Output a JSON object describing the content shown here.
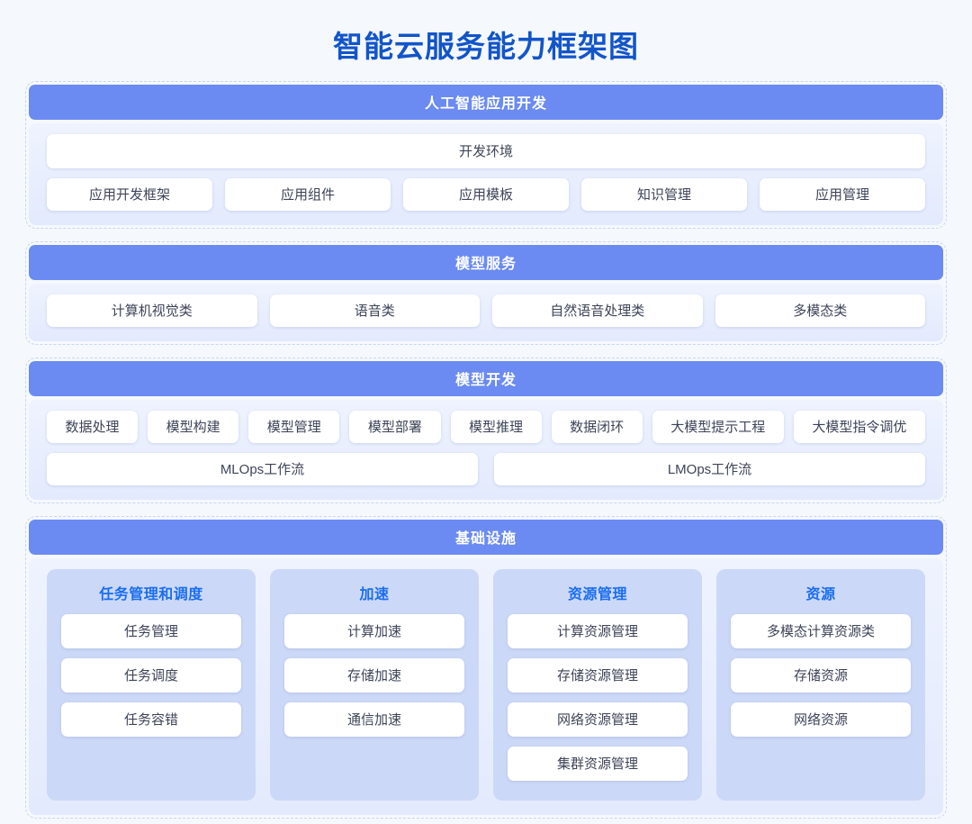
{
  "title": "智能云服务能力框架图",
  "colors": {
    "title": "#1255c9",
    "header_bar": "#6b8bf2",
    "section_body_top": "#eff3fe",
    "section_body_bottom": "#e3eafd",
    "infra_column_bg": "#ccd8f7",
    "infra_column_title": "#1a6ef0",
    "card_bg": "#ffffff",
    "card_text": "#3d4458",
    "page_bg": "#f5f8fd",
    "dashed_border": "#c9d6ef"
  },
  "sections": [
    {
      "header": "人工智能应用开发",
      "full_width_items": [
        "开发环境"
      ],
      "items": [
        "应用开发框架",
        "应用组件",
        "应用模板",
        "知识管理",
        "应用管理"
      ]
    },
    {
      "header": "模型服务",
      "full_width_items": [],
      "items": [
        "计算机视觉类",
        "语音类",
        "自然语音处理类",
        "多模态类"
      ]
    },
    {
      "header": "模型开发",
      "chips": [
        "数据处理",
        "模型构建",
        "模型管理",
        "模型部署",
        "模型推理",
        "数据闭环",
        "大模型提示工程",
        "大模型指令调优"
      ],
      "ops": [
        "MLOps工作流",
        "LMOps工作流"
      ]
    },
    {
      "header": "基础设施",
      "columns": [
        {
          "title": "任务管理和调度",
          "items": [
            "任务管理",
            "任务调度",
            "任务容错"
          ]
        },
        {
          "title": "加速",
          "items": [
            "计算加速",
            "存储加速",
            "通信加速"
          ]
        },
        {
          "title": "资源管理",
          "items": [
            "计算资源管理",
            "存储资源管理",
            "网络资源管理",
            "集群资源管理"
          ]
        },
        {
          "title": "资源",
          "items": [
            "多模态计算资源类",
            "存储资源",
            "网络资源"
          ]
        }
      ]
    }
  ]
}
